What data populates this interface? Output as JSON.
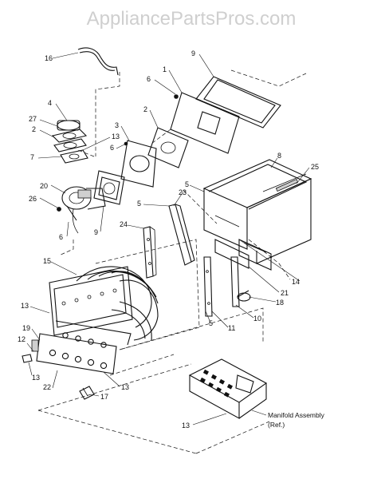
{
  "watermark": "AppliancePartsPros.com",
  "callouts": [
    {
      "id": "c16",
      "text": "16"
    },
    {
      "id": "c9a",
      "text": "9"
    },
    {
      "id": "c1",
      "text": "1"
    },
    {
      "id": "c6a",
      "text": "6"
    },
    {
      "id": "c4",
      "text": "4"
    },
    {
      "id": "c27",
      "text": "27"
    },
    {
      "id": "c2a",
      "text": "2"
    },
    {
      "id": "c7",
      "text": "7"
    },
    {
      "id": "c2b",
      "text": "2"
    },
    {
      "id": "c3",
      "text": "3"
    },
    {
      "id": "c6b",
      "text": "6"
    },
    {
      "id": "c13a",
      "text": "13"
    },
    {
      "id": "c8",
      "text": "8"
    },
    {
      "id": "c25",
      "text": "25"
    },
    {
      "id": "c20",
      "text": "20"
    },
    {
      "id": "c26",
      "text": "26"
    },
    {
      "id": "c6c",
      "text": "6"
    },
    {
      "id": "c9b",
      "text": "9"
    },
    {
      "id": "c5a",
      "text": "5"
    },
    {
      "id": "c23",
      "text": "23"
    },
    {
      "id": "c5b",
      "text": "5"
    },
    {
      "id": "c24",
      "text": "24"
    },
    {
      "id": "c15",
      "text": "15"
    },
    {
      "id": "c14",
      "text": "14"
    },
    {
      "id": "c21",
      "text": "21"
    },
    {
      "id": "c18",
      "text": "18"
    },
    {
      "id": "c13b",
      "text": "13"
    },
    {
      "id": "c10",
      "text": "10"
    },
    {
      "id": "c5c",
      "text": "5"
    },
    {
      "id": "c11",
      "text": "11"
    },
    {
      "id": "c19",
      "text": "19"
    },
    {
      "id": "c12",
      "text": "12"
    },
    {
      "id": "c13c",
      "text": "13"
    },
    {
      "id": "c22",
      "text": "22"
    },
    {
      "id": "c13d",
      "text": "13"
    },
    {
      "id": "c17",
      "text": "17"
    },
    {
      "id": "c13e",
      "text": "13"
    }
  ],
  "manifold_caption": {
    "line1": "Manifold Assembly",
    "line2": "(Ref.)"
  }
}
